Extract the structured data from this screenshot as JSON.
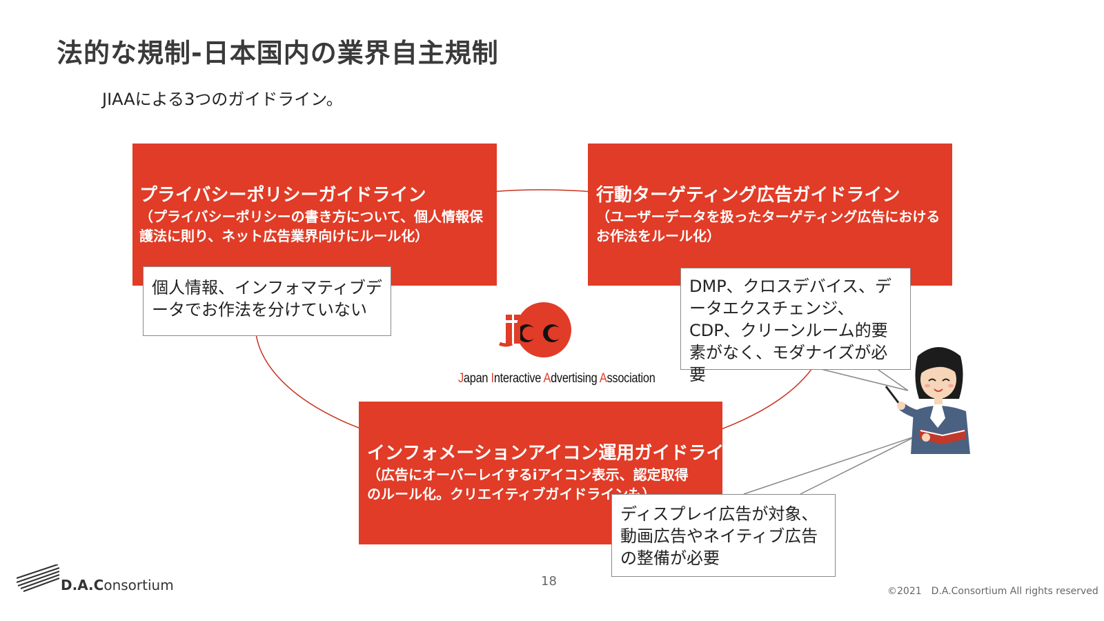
{
  "slide": {
    "title": "法的な規制-日本国内の業界自主規制",
    "subtitle": "JIAAによる3つのガイドライン。"
  },
  "guidelines": [
    {
      "heading": "プライバシーポリシーガイドライン",
      "description": "（プライバシーポリシーの書き方について、個人情報保護法に則り、ネット広告業界向けにルール化）"
    },
    {
      "heading": "行動ターゲティング広告ガイドライン",
      "description": "（ユーザーデータを扱ったターゲティング広告におけるお作法をルール化）"
    },
    {
      "heading": "インフォメーションアイコン運用ガイドライン",
      "description": "（広告にオーバーレイするiアイコン表示、認定取得のルール化。クリエイティブガイドラインも）"
    }
  ],
  "callouts": {
    "privacy": "個人情報、インフォマティブデータでお作法を分けていない",
    "targeting": "DMP、クロスデバイス、データエクスチェンジ、CDP、クリーンルーム的要素がなく、モダナイズが必要",
    "icon": "ディスプレイ広告が対象、動画広告やネイティブ広告の整備が必要"
  },
  "jiaa_logo": {
    "mark": "jiaa",
    "words": [
      {
        "cap": "J",
        "rest": "apan"
      },
      {
        "cap": "I",
        "rest": "nteractive"
      },
      {
        "cap": "A",
        "rest": "dvertising"
      },
      {
        "cap": "A",
        "rest": "ssociation"
      }
    ]
  },
  "footer": {
    "brand_bold": "D.A.C",
    "brand_rest": "onsortium",
    "page_number": "18",
    "copyright": "©2021　D.A.Consortium All rights reserved"
  },
  "colors": {
    "accent_red": "#e03c27",
    "title_gray": "#3a3a3a",
    "connector_red": "#c8321f"
  },
  "icons": [
    "teacher-illustration",
    "dac-logo-mark",
    "jiaa-logo-mark"
  ]
}
